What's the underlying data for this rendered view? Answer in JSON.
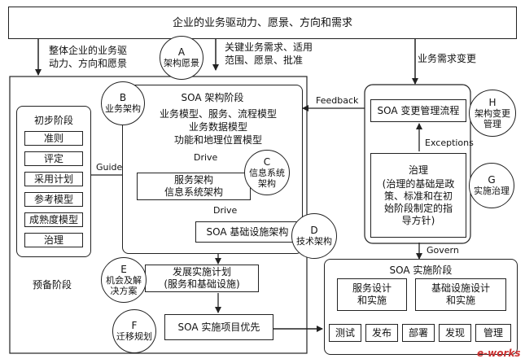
{
  "top_bar": "企业的业务驱动力、愿景、方向和需求",
  "left_input": [
    "整体企业的业务驱",
    "动力、方向和愿景"
  ],
  "middle_input": [
    "关键业务需求、适用",
    "范围、愿景、批准"
  ],
  "right_input": "业务需求变更",
  "initial_phase": {
    "title": "初步阶段",
    "items": [
      "准则",
      "评定",
      "采用计划",
      "参考模型",
      "成熟度模型",
      "治理"
    ],
    "caption": "预备阶段",
    "guide": "Guide"
  },
  "soa_arch": {
    "title": "SOA 架构阶段",
    "models": [
      "业务模型、服务、流程模型",
      "业务数据模型",
      "功能和地理位置模型"
    ],
    "drive1": "Drive",
    "services": [
      "服务架构",
      "信息系统架构"
    ],
    "drive2": "Drive",
    "infra": "SOA 基础设施架构",
    "plan": [
      "发展实施计划",
      "(服务和基础设施)"
    ],
    "priority": "SOA 实施项目优先"
  },
  "change_flow": "SOA 变更管理流程",
  "feedback": "Feedback",
  "exceptions": "Exceptions",
  "governance": {
    "title": "治理",
    "desc": [
      "(治理的基础是政",
      "策、标准和在初",
      "始阶段制定的指",
      "导方针)"
    ]
  },
  "govern": "Govern",
  "soa_impl": {
    "title": "SOA 实施阶段",
    "service_design": [
      "服务设计",
      "和实施"
    ],
    "infra_design": [
      "基础设施设计",
      "和实施"
    ],
    "actions": [
      "测试",
      "发布",
      "部署",
      "发现",
      "管理"
    ]
  },
  "circles": {
    "A": {
      "letter": "A",
      "label": "架构愿景"
    },
    "B": {
      "letter": "B",
      "label": "业务架构"
    },
    "C": {
      "letter": "C",
      "label": [
        "信息系统",
        "架构"
      ]
    },
    "D": {
      "letter": "D",
      "label": "技术架构"
    },
    "E": {
      "letter": "E",
      "label": [
        "机会及解",
        "决方案"
      ]
    },
    "F": {
      "letter": "F",
      "label": "迁移规划"
    },
    "G": {
      "letter": "G",
      "label": "实施治理"
    },
    "H": {
      "letter": "H",
      "label": [
        "架构变更",
        "管理"
      ]
    }
  },
  "watermark": "e-works"
}
